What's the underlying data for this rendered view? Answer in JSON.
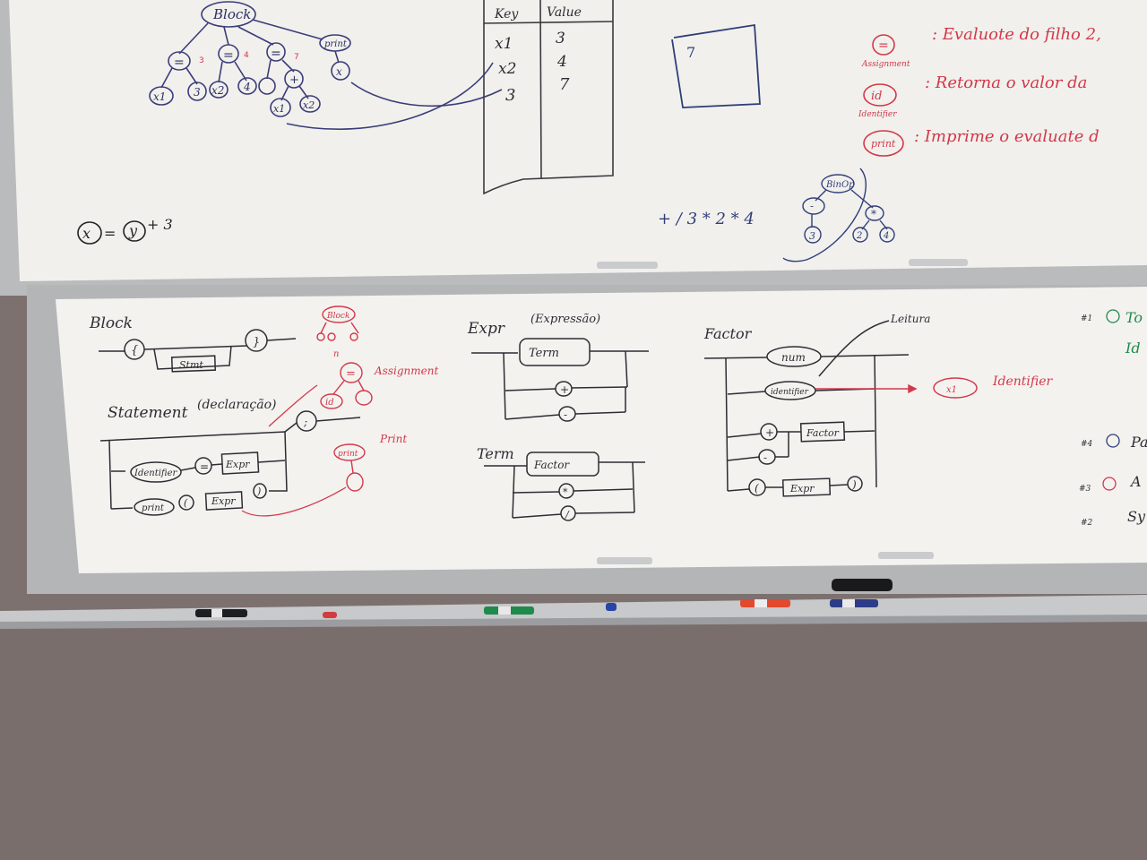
{
  "colors": {
    "wall": "#7d7170",
    "board": "#f1f0ec",
    "frame": "#b9bbbc",
    "ink_black": "#2b2b2e",
    "ink_blue": "#2f3e7a",
    "ink_red": "#d2384a",
    "ink_green": "#1f8a4c"
  },
  "upper_board": {
    "tree": {
      "root": "Block",
      "assign_node": "=",
      "plus_node": "+",
      "print_node": "print",
      "leaves": [
        "x1",
        "3",
        "x2",
        "4",
        "x1",
        "x2",
        "x"
      ],
      "side_numbers": [
        "3",
        "4",
        "7"
      ]
    },
    "table": {
      "headers": [
        "Key",
        "Value"
      ],
      "rows": [
        {
          "key": "x1",
          "value": "3"
        },
        {
          "key": "x2",
          "value": "4"
        },
        {
          "key": "3",
          "value": "7"
        }
      ]
    },
    "output_box_value": "7",
    "equation": {
      "left": "x",
      "eq": "=",
      "var": "y",
      "rest": "+ 3"
    },
    "expression": "+ / 3 * 2 * 4",
    "legend": [
      {
        "symbol": "=",
        "caption": "Assignment",
        "text": ": Evaluote do filho 2,"
      },
      {
        "symbol": "id",
        "caption": "Identifier",
        "text": ": Retorna o valor da"
      },
      {
        "symbol": "print",
        "caption": "",
        "text": ": Imprime o evaluate d"
      }
    ],
    "binop_tree": {
      "root": "BinOp",
      "minus": "-",
      "times": "*",
      "leaves": [
        "3",
        "2",
        "4"
      ]
    }
  },
  "lower_board": {
    "block": {
      "title": "Block",
      "open": "{",
      "close": "}",
      "inner": "Stmt"
    },
    "statement": {
      "title": "Statement",
      "note": "(declaração)",
      "identifier": "Identifier",
      "assign": "=",
      "expr": "Expr",
      "print": "print",
      "lparen": "(",
      "rparen": ")",
      "semicolon": ";"
    },
    "assignment_tree": {
      "block": "Block",
      "n": "n",
      "assign": "=",
      "id": "id",
      "label": "Assignment"
    },
    "print_tree": {
      "node": "print",
      "label": "Print"
    },
    "expr": {
      "title": "Expr",
      "note": "(Expressão)",
      "term": "Term",
      "plus": "+",
      "minus": "-"
    },
    "term": {
      "title": "Term",
      "factor": "Factor",
      "times": "*",
      "div": "/"
    },
    "factor": {
      "title": "Factor",
      "num": "num",
      "identifier": "identifier",
      "plus": "+",
      "minus": "-",
      "factor": "Factor",
      "lparen": "(",
      "rparen": ")",
      "expr": "Expr",
      "leitura": "Leitura",
      "x1": "x1",
      "identifier_label": "Identifier"
    },
    "right_edge": [
      {
        "num": "#1",
        "text": "To"
      },
      {
        "num": "",
        "text": "Id"
      },
      {
        "num": "#4",
        "text": "Pa"
      },
      {
        "num": "#3",
        "text": "A"
      },
      {
        "num": "#2",
        "text": "Sy"
      }
    ]
  }
}
